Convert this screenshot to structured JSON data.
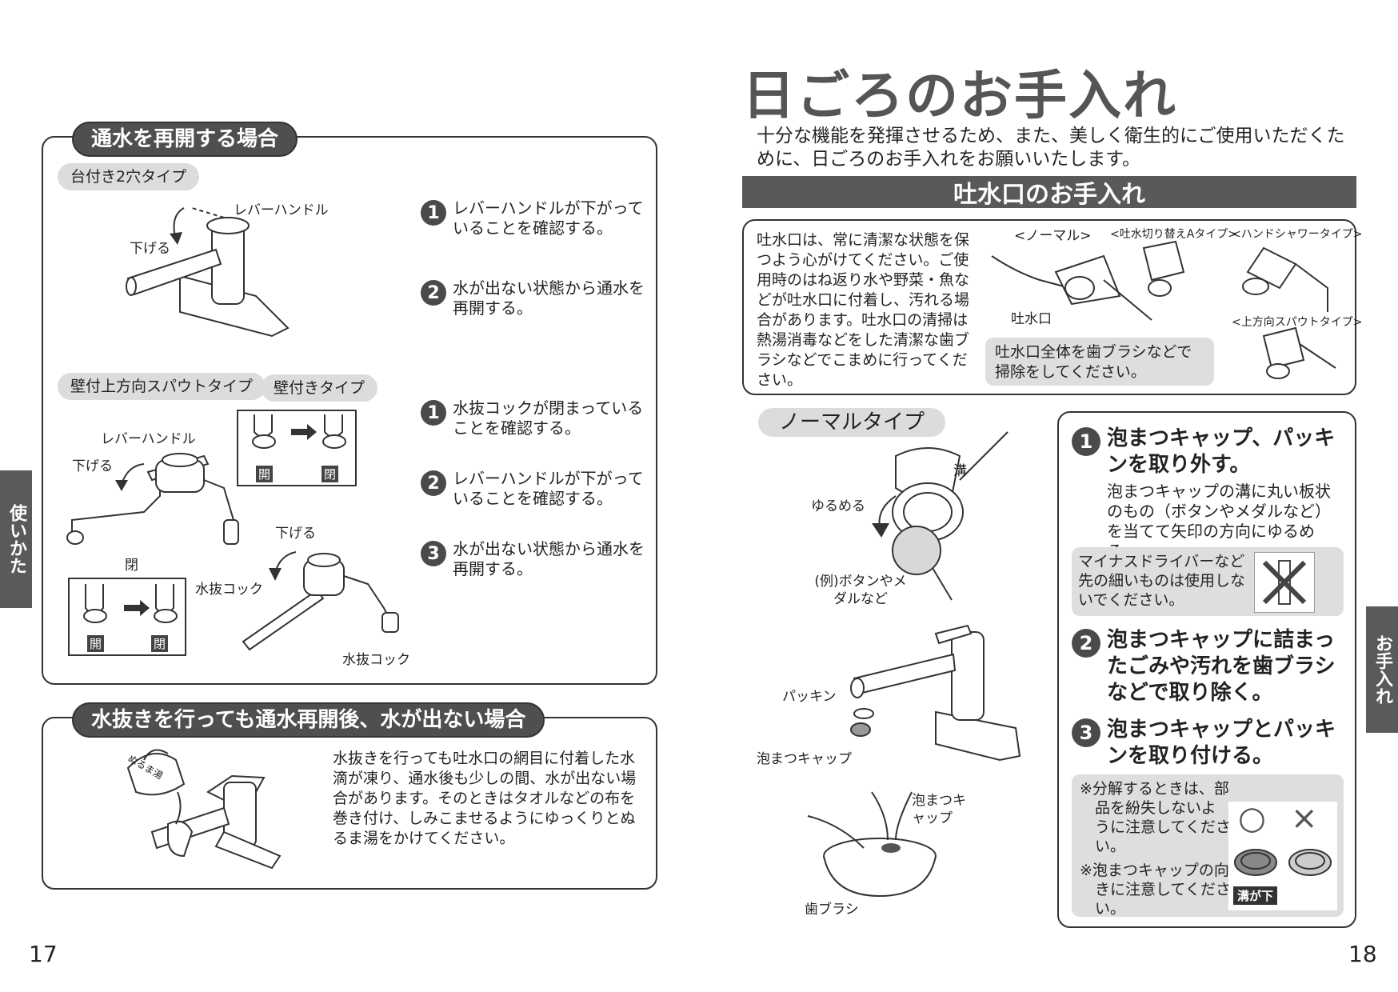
{
  "left_page": {
    "page_number": "17",
    "side_tab": "使いかた",
    "section1": {
      "title": "通水を再開する場合",
      "type1": {
        "label": "台付き2穴タイプ",
        "lever_label": "レバーハンドル",
        "lower_label": "下げる",
        "steps": [
          {
            "num": "1",
            "text": "レバーハンドルが下がっていることを確認する。"
          },
          {
            "num": "2",
            "text": "水が出ない状態から通水を再開する。"
          }
        ]
      },
      "type2": {
        "label_a": "壁付上方向スパウトタイプ",
        "label_b": "壁付きタイプ",
        "lever_label": "レバーハンドル",
        "lower_label_a": "下げる",
        "lower_label_b": "下げる",
        "close_label": "閉",
        "drain_cock_label_a": "水抜コック",
        "drain_cock_label_b": "水抜コック",
        "open_badge": "開",
        "close_badge": "閉",
        "steps": [
          {
            "num": "1",
            "text": "水抜コックが閉まっていることを確認する。"
          },
          {
            "num": "2",
            "text": "レバーハンドルが下がっていることを確認する。"
          },
          {
            "num": "3",
            "text": "水が出ない状態から通水を再開する。"
          }
        ]
      }
    },
    "section2": {
      "title": "水抜きを行っても通水再開後、水が出ない場合",
      "kettle_label": "ぬるま湯",
      "text": "水抜きを行っても吐水口の網目に付着した水滴が凍り、通水後も少しの間、水が出ない場合があります。そのときはタオルなどの布を巻き付け、しみこませるようにゆっくりとぬるま湯をかけてください。"
    }
  },
  "right_page": {
    "page_number": "18",
    "side_tab": "お手入れ",
    "title": "日ごろのお手入れ",
    "intro": "十分な機能を発揮させるため、また、美しく衛生的にご使用いただくために、日ごろのお手入れをお願いいたします。",
    "band_title": "吐水口のお手入れ",
    "spout_box": {
      "text": "吐水口は、常に清潔な状態を保つよう心がけてください。ご使用時のはね返り水や野菜・魚などが吐水口に付着し、汚れる場合があります。吐水口の清掃は熱湯消毒などをした清潔な歯ブラシなどでこまめに行ってください。",
      "types": [
        "<ノーマル>",
        "<吐水切り替えAタイプ>",
        "<ハンドシャワータイプ>",
        "<上方向スパウトタイプ>"
      ],
      "outlet_label": "吐水口",
      "note": "吐水口全体を歯ブラシなどで掃除をしてください。"
    },
    "normal_type": {
      "label": "ノーマルタイプ",
      "groove_label": "溝",
      "loosen_label": "ゆるめる",
      "example_label": "(例)ボタンやメダルなど",
      "packing_label": "パッキン",
      "cap_label": "泡まつキャップ",
      "cap_label2": "泡まつキャップ",
      "brush_label": "歯ブラシ"
    },
    "steps_box": {
      "steps": [
        {
          "num": "1",
          "title": "泡まつキャップ、パッキンを取り外す。",
          "detail": "泡まつキャップの溝に丸い板状のもの（ボタンやメダルなど）を当てて矢印の方向にゆるめる。"
        },
        {
          "num": "2",
          "title": "泡まつキャップに詰まったごみや汚れを歯ブラシなどで取り除く。",
          "detail": ""
        },
        {
          "num": "3",
          "title": "泡まつキャップとパッキンを取り付ける。",
          "detail": ""
        }
      ],
      "warning": "マイナスドライバーなど先の細いものは使用しないでください。",
      "note1": "※分解するときは、部品を紛失しないように注意してください。",
      "note2": "※泡まつキャップの向きに注意してください。",
      "ok_mark": "○",
      "ng_mark": "×",
      "groove_down": "溝が下"
    }
  }
}
